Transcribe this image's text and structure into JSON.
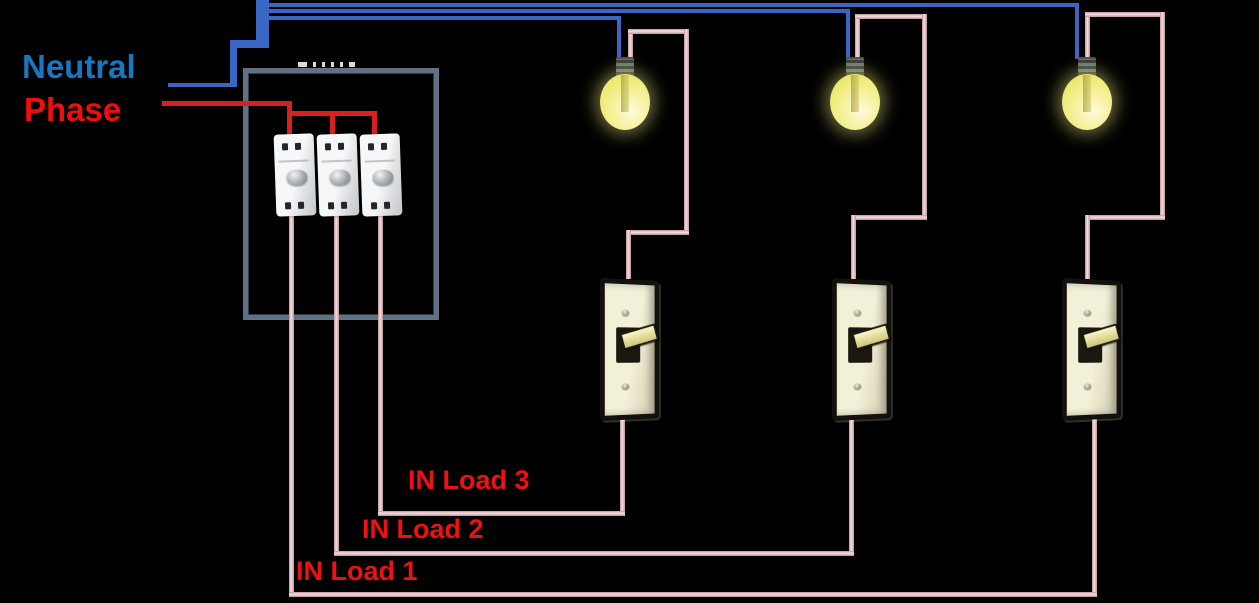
{
  "labels": {
    "neutral": "Neutral",
    "phase": "Phase",
    "loads": [
      "IN Load 1",
      "IN Load 2",
      "IN Load 3"
    ]
  },
  "colors": {
    "background": "#000000",
    "neutral_label": "#1777c2",
    "phase_label": "#f20d0d",
    "load_label": "#ee1111",
    "neutral_wire": "#3a67c4",
    "phase_wire": "#da1f1f",
    "load_wire_edge": "#c2939b",
    "load_wire_core": "#f2dfe0",
    "panel_border": "#5d7189",
    "breaker_body": "#f6f7f8",
    "bulb_yellow": "#efec7c",
    "switch_plate": "#f3f0d8"
  },
  "components": {
    "breaker_count": 3,
    "bulb_count": 3,
    "switch_count": 3
  }
}
